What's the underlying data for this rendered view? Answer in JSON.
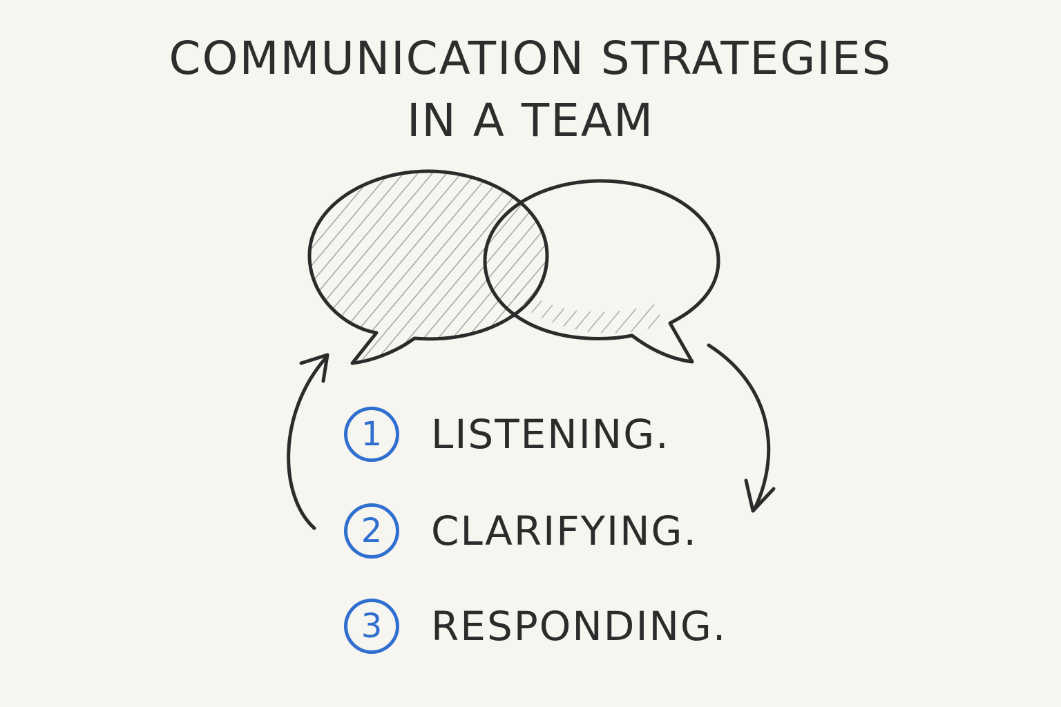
{
  "title": {
    "line1": "COMMUNICATION STRATEGIES",
    "line2": "IN A TEAM"
  },
  "steps": [
    {
      "number": "1",
      "label": "LISTENING."
    },
    {
      "number": "2",
      "label": "CLARIFYING."
    },
    {
      "number": "3",
      "label": "RESPONDING."
    }
  ],
  "colors": {
    "background": "#f7f5ef",
    "ink": "#2b2b2b",
    "accent": "#2f6fd0",
    "hatch": "#8a8a8a"
  },
  "icons": {
    "speech_bubbles": "overlapping-speech-bubbles-icon",
    "arrow_up": "curved-arrow-up-icon",
    "arrow_down": "curved-arrow-down-icon"
  }
}
